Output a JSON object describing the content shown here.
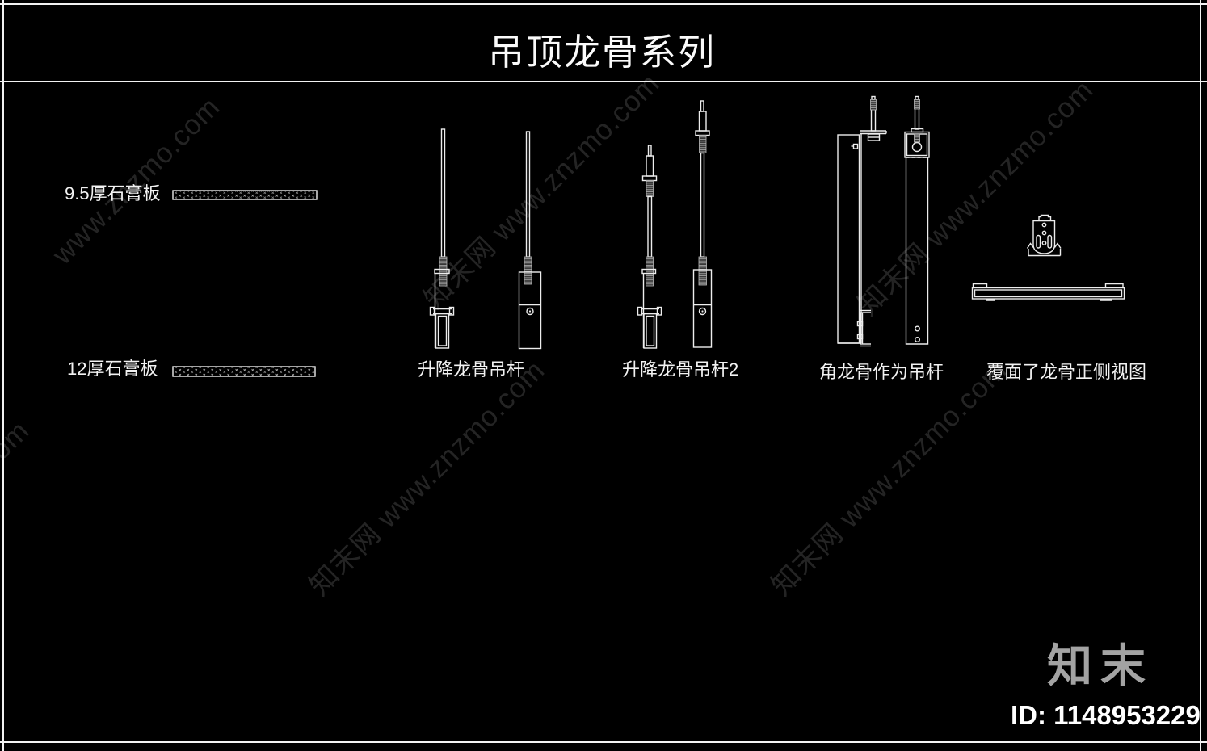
{
  "title": "吊顶龙骨系列",
  "colors": {
    "background": "#000000",
    "line": "#ededed",
    "text": "#f2f2f2",
    "watermark": "#242424",
    "logo_gray": "#a3a3a3"
  },
  "boards": {
    "board1_label": "9.5厚石膏板",
    "board2_label": "12厚石膏板"
  },
  "figures": [
    {
      "label": "升降龙骨吊杆"
    },
    {
      "label": "升降龙骨吊杆2"
    },
    {
      "label": "角龙骨作为吊杆"
    },
    {
      "label": "覆面了龙骨正侧视图"
    }
  ],
  "watermark": {
    "full": "知末网 www.znzmo.com",
    "partial": "www.znzmo.com"
  },
  "footer": {
    "logo": "知末",
    "id_label": "ID: 1148953229"
  }
}
